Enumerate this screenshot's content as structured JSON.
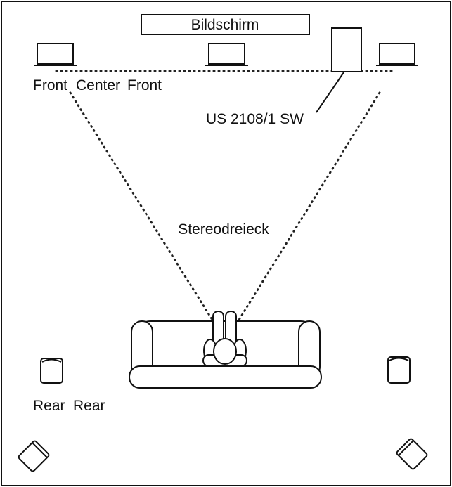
{
  "labels": {
    "screen": "Bildschirm",
    "front_left": "Front",
    "center": "Center",
    "front_right": "Front",
    "subwoofer": "US 2108/1 SW",
    "stereo_triangle": "Stereodreieck",
    "rear_left": "Rear",
    "rear_right": "Rear"
  },
  "colors": {
    "line": "#111111",
    "background": "#ffffff"
  }
}
